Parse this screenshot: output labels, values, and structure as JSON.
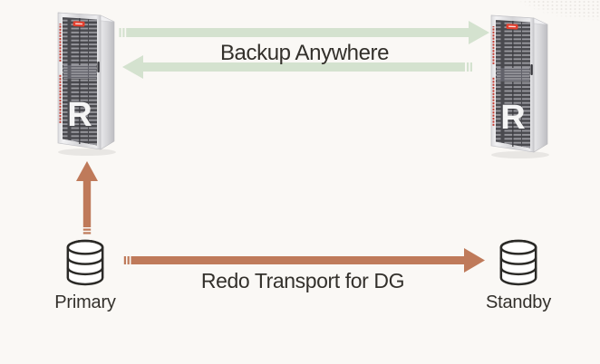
{
  "colors": {
    "bg": "#faf8f5",
    "arrow-green": "#d4e2cf",
    "arrow-orange": "#bf7a5a",
    "text": "#33302b",
    "oracle-red": "#e2402f",
    "db-outline": "#2b2a27"
  },
  "diagram": {
    "type": "architecture-diagram",
    "nodes": {
      "left_appliance": {
        "type": "recovery-appliance-rack",
        "letter": "R"
      },
      "right_appliance": {
        "type": "recovery-appliance-rack",
        "letter": "R"
      },
      "primary": {
        "type": "database",
        "label": "Primary"
      },
      "standby": {
        "type": "database",
        "label": "Standby"
      }
    },
    "edges": {
      "backup_anywhere": {
        "label": "Backup Anywhere",
        "direction": "bidirectional",
        "from": "left_appliance",
        "to": "right_appliance",
        "color": "#d4e2cf"
      },
      "redo_transport": {
        "label": "Redo Transport for DG",
        "direction": "left-to-right",
        "from": "primary",
        "to": "standby",
        "color": "#bf7a5a"
      },
      "primary_to_appliance": {
        "label": "",
        "direction": "up",
        "from": "primary",
        "to": "left_appliance",
        "color": "#bf7a5a"
      }
    }
  }
}
